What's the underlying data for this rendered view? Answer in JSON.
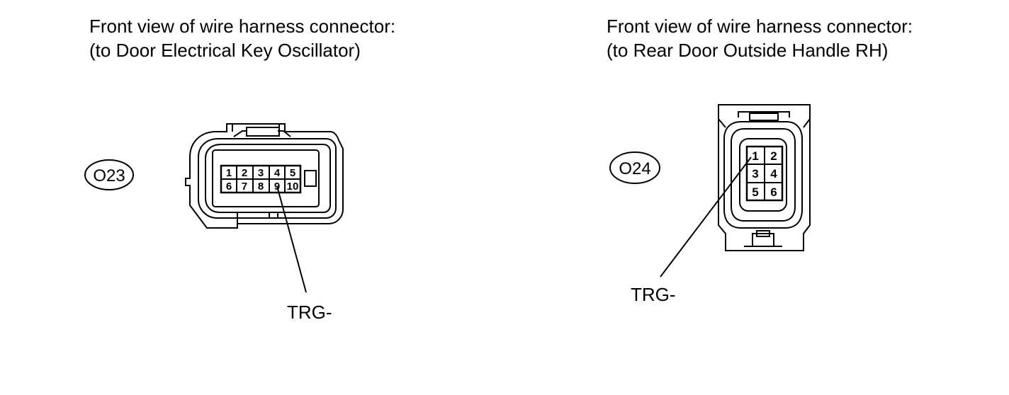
{
  "left_connector": {
    "caption_line1": "Front view of wire harness connector:",
    "caption_line2": "(to Door Electrical Key Oscillator)",
    "connector_id": "O23",
    "pins": [
      "1",
      "2",
      "3",
      "4",
      "5",
      "6",
      "7",
      "8",
      "9",
      "10"
    ],
    "signal_label": "TRG-"
  },
  "right_connector": {
    "caption_line1": "Front view of wire harness connector:",
    "caption_line2": "(to Rear Door Outside Handle RH)",
    "connector_id": "O24",
    "pins": [
      "1",
      "2",
      "3",
      "4",
      "5",
      "6"
    ],
    "signal_label": "TRG-"
  }
}
